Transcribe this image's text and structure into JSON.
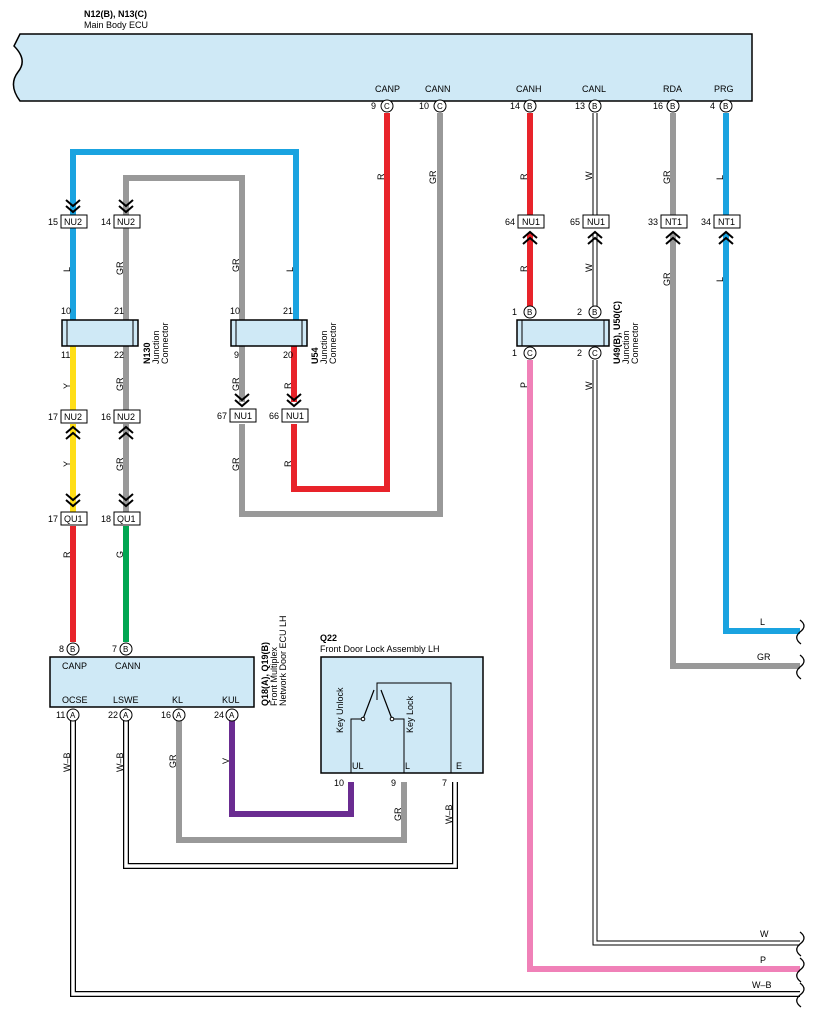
{
  "ecu": {
    "code": "N12(B), N13(C)",
    "name": "Main Body ECU",
    "pins": [
      {
        "name": "CANP",
        "pin": "9",
        "conn": "C"
      },
      {
        "name": "CANN",
        "pin": "10",
        "conn": "C"
      },
      {
        "name": "CANH",
        "pin": "14",
        "conn": "B"
      },
      {
        "name": "CANL",
        "pin": "13",
        "conn": "B"
      },
      {
        "name": "RDA",
        "pin": "16",
        "conn": "B"
      },
      {
        "name": "PRG",
        "pin": "4",
        "conn": "B"
      }
    ]
  },
  "junctions": {
    "n130": {
      "code": "N130",
      "name1": "Junction",
      "name2": "Connector"
    },
    "u54": {
      "code": "U54",
      "name1": "Junction",
      "name2": "Connector"
    },
    "u49": {
      "code": "U49(B), U50(C)",
      "name1": "Junction",
      "name2": "Connector"
    }
  },
  "door_ecu": {
    "code": "Q18(A), Q19(B)",
    "name1": "Front Multiplex",
    "name2": "Network Door ECU LH",
    "top_pins": [
      {
        "name": "CANP",
        "pin": "8",
        "conn": "B"
      },
      {
        "name": "CANN",
        "pin": "7",
        "conn": "B"
      }
    ],
    "bottom_pins": [
      {
        "name": "OCSE",
        "pin": "11",
        "conn": "A"
      },
      {
        "name": "LSWE",
        "pin": "22",
        "conn": "A"
      },
      {
        "name": "KL",
        "pin": "16",
        "conn": "A"
      },
      {
        "name": "KUL",
        "pin": "24",
        "conn": "A"
      }
    ]
  },
  "door_lock": {
    "code": "Q22",
    "name": "Front Door Lock Assembly LH",
    "switch_unlock": "Key Unlock",
    "switch_lock": "Key Lock",
    "terminals": [
      {
        "name": "UL",
        "pin": "10"
      },
      {
        "name": "L",
        "pin": "9"
      },
      {
        "name": "E",
        "pin": "7"
      }
    ]
  },
  "connectors": [
    {
      "id": "nu2-a",
      "label": "NU2",
      "pin": "15"
    },
    {
      "id": "nu2-b",
      "label": "NU2",
      "pin": "14"
    },
    {
      "id": "nu2-c",
      "label": "NU2",
      "pin": "17"
    },
    {
      "id": "nu2-d",
      "label": "NU2",
      "pin": "16"
    },
    {
      "id": "nu1-a",
      "label": "NU1",
      "pin": "67"
    },
    {
      "id": "nu1-b",
      "label": "NU1",
      "pin": "66"
    },
    {
      "id": "nu1-c",
      "label": "NU1",
      "pin": "64"
    },
    {
      "id": "nu1-d",
      "label": "NU1",
      "pin": "65"
    },
    {
      "id": "nt1-a",
      "label": "NT1",
      "pin": "33"
    },
    {
      "id": "nt1-b",
      "label": "NT1",
      "pin": "34"
    },
    {
      "id": "qu1-a",
      "label": "QU1",
      "pin": "17"
    },
    {
      "id": "qu1-b",
      "label": "QU1",
      "pin": "18"
    }
  ],
  "junction_pins": {
    "n130": [
      "10",
      "21",
      "11",
      "22"
    ],
    "u54": [
      "10",
      "21",
      "9",
      "20"
    ],
    "u49": [
      "1",
      "B",
      "2",
      "B",
      "1",
      "C",
      "2",
      "C"
    ]
  },
  "wire_colors": {
    "L": "#1aa3e0",
    "GR": "#999999",
    "R": "#e8232a",
    "Y": "#ffde17",
    "G": "#00a651",
    "P": "#f081b8",
    "V": "#6a2c91",
    "W": "#ffffff",
    "W-B": "#ffffff"
  },
  "wire_labels": [
    "L",
    "GR",
    "R",
    "Y",
    "G",
    "P",
    "V",
    "W",
    "W–B"
  ],
  "right_outputs": [
    "L",
    "GR",
    "W",
    "P",
    "W–B"
  ]
}
